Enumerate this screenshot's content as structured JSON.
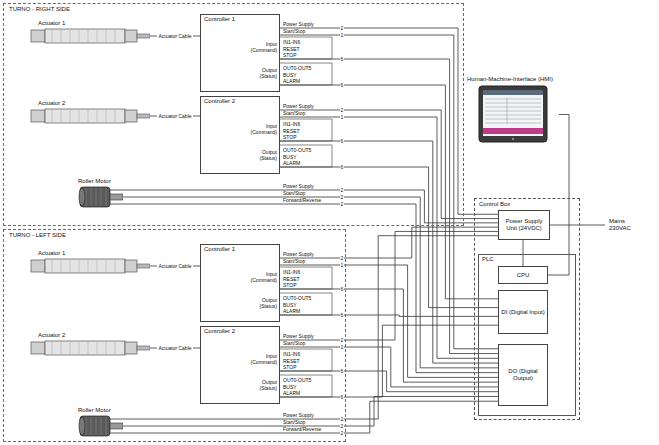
{
  "diagram": {
    "nodes": [
      {
        "text": [
          "TURNO - RIGHT SIDE"
        ]
      },
      {
        "text": [
          "Actuator 1"
        ],
        "in": 0
      },
      {
        "text": [
          "Controller 1"
        ],
        "in": 0
      },
      {
        "text": [
          "Actuator 2"
        ],
        "in": 0
      },
      {
        "text": [
          "Controller 2"
        ],
        "in": 0
      },
      {
        "text": [
          "Roller Motor"
        ],
        "in": 0
      },
      {
        "text": [
          "TURNO - LEFT SIDE"
        ]
      },
      {
        "text": [
          "Actuator 1"
        ],
        "in": 6
      },
      {
        "text": [
          "Controller 1"
        ],
        "in": 6
      },
      {
        "text": [
          "Actuator 2"
        ],
        "in": 6
      },
      {
        "text": [
          "Controller 2"
        ],
        "in": 6
      },
      {
        "text": [
          "Roller Motor"
        ],
        "in": 6
      },
      {
        "text": [
          "Human-Machine-Interface (HMI)"
        ]
      },
      {
        "text": [
          "Control Box"
        ]
      },
      {
        "text": [
          "Power Supply Unit (24VDC)"
        ],
        "in": 13
      },
      {
        "text": [
          "PLC"
        ],
        "in": 13
      },
      {
        "text": [
          "CPU"
        ],
        "in": 15
      },
      {
        "text": [
          "DI (Digital Input)"
        ],
        "in": 15
      },
      {
        "text": [
          "DO (Digital Output)"
        ],
        "in": 15
      }
    ],
    "edges": [
      {
        "from": 1,
        "to": 2,
        "label": "Actuator Cable",
        "arrow": "none"
      },
      {
        "from": 3,
        "to": 4,
        "label": "Actuator Cable",
        "arrow": "none"
      },
      {
        "from": 7,
        "to": 8,
        "label": "Actuator Cable",
        "arrow": "none"
      },
      {
        "from": 9,
        "to": 10,
        "label": "Actuator Cable",
        "arrow": "none"
      },
      {
        "from": 2,
        "to": 14,
        "label": "2",
        "arrow": "none"
      },
      {
        "from": 2,
        "to": 18,
        "label": "1",
        "arrow": "none"
      },
      {
        "from": 2,
        "to": 18,
        "label": "6",
        "arrow": "none"
      },
      {
        "from": 2,
        "to": 17,
        "label": "6",
        "arrow": "none"
      },
      {
        "from": 4,
        "to": 14,
        "label": "2",
        "arrow": "none"
      },
      {
        "from": 4,
        "to": 18,
        "label": "1",
        "arrow": "none"
      },
      {
        "from": 4,
        "to": 18,
        "label": "6",
        "arrow": "none"
      },
      {
        "from": 4,
        "to": 17,
        "label": "6",
        "arrow": "none"
      },
      {
        "from": 5,
        "to": 14,
        "label": "2",
        "arrow": "none"
      },
      {
        "from": 5,
        "to": 18,
        "label": "2",
        "arrow": "none"
      },
      {
        "from": 5,
        "to": 18,
        "label": "2",
        "arrow": "none"
      },
      {
        "from": 8,
        "to": 14,
        "label": "2",
        "arrow": "none"
      },
      {
        "from": 8,
        "to": 18,
        "label": "1",
        "arrow": "none"
      },
      {
        "from": 8,
        "to": 18,
        "label": "6",
        "arrow": "none"
      },
      {
        "from": 8,
        "to": 17,
        "label": "6",
        "arrow": "none"
      },
      {
        "from": 10,
        "to": 14,
        "label": "2",
        "arrow": "none"
      },
      {
        "from": 10,
        "to": 18,
        "label": "1",
        "arrow": "none"
      },
      {
        "from": 10,
        "to": 18,
        "label": "6",
        "arrow": "none"
      },
      {
        "from": 10,
        "to": 17,
        "label": "6",
        "arrow": "none"
      },
      {
        "from": 11,
        "to": 14,
        "label": "2",
        "arrow": "none"
      },
      {
        "from": 11,
        "to": 18,
        "label": "2",
        "arrow": "none"
      },
      {
        "from": 11,
        "to": 18,
        "label": "2",
        "arrow": "none"
      },
      {
        "from": 12,
        "to": 16,
        "arrow": "none"
      },
      {
        "from": 14,
        "to": 16,
        "arrow": "none"
      }
    ],
    "labels": [
      "Power Supply",
      "Start/Stop",
      "IN1-IN6",
      "RESET",
      "STOP",
      "Input (Command)",
      "OUT0-OUT5",
      "BUSY",
      "ALARM",
      "Output (Status)",
      "Power Supply",
      "Start/Stop",
      "IN1-IN6",
      "RESET",
      "STOP",
      "Input (Command)",
      "OUT0-OUT5",
      "BUSY",
      "ALARM",
      "Output (Status)",
      "Power Supply",
      "Start/Stop",
      "Forward/Reverse",
      "Power Supply",
      "Start/Stop",
      "IN1-IN6",
      "RESET",
      "STOP",
      "Input (Command)",
      "OUT0-OUT5",
      "BUSY",
      "ALARM",
      "Output (Status)",
      "Power Supply",
      "Start/Stop",
      "IN1-IN6",
      "RESET",
      "STOP",
      "Input (Command)",
      "OUT0-OUT5",
      "BUSY",
      "ALARM",
      "Output (Status)",
      "Power Supply",
      "Start/Stop",
      "Forward/Reverse",
      "Mains 230VAC"
    ]
  }
}
